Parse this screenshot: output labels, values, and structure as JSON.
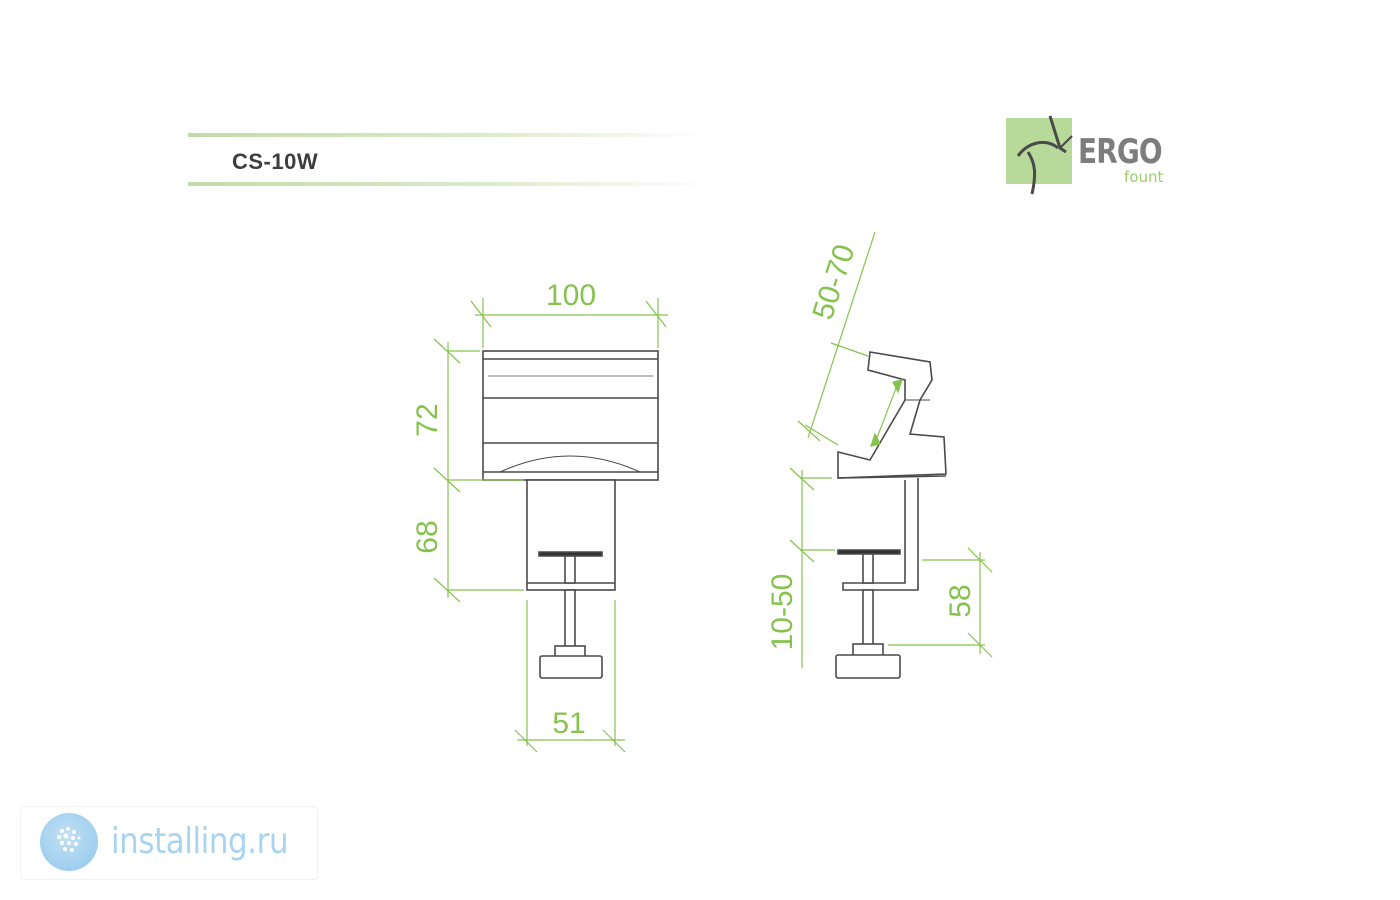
{
  "header": {
    "model_code": "CS-10W"
  },
  "brand": {
    "name": "ERGO",
    "subname": "fount",
    "logo_icon": "ergofount-logo-icon",
    "accent_color": "#b7d99a"
  },
  "dimensions": {
    "front_width": "100",
    "front_body_height": "72",
    "front_clamp_height": "68",
    "front_base_width": "51",
    "side_slot_range": "50-70",
    "side_clamp_range": "10-50",
    "side_clamp_depth": "58",
    "dimension_color": "#86c34e",
    "line_color": "#4a4a4a"
  },
  "watermark": {
    "icon": "snowflake-icon",
    "text": "installing.ru"
  }
}
